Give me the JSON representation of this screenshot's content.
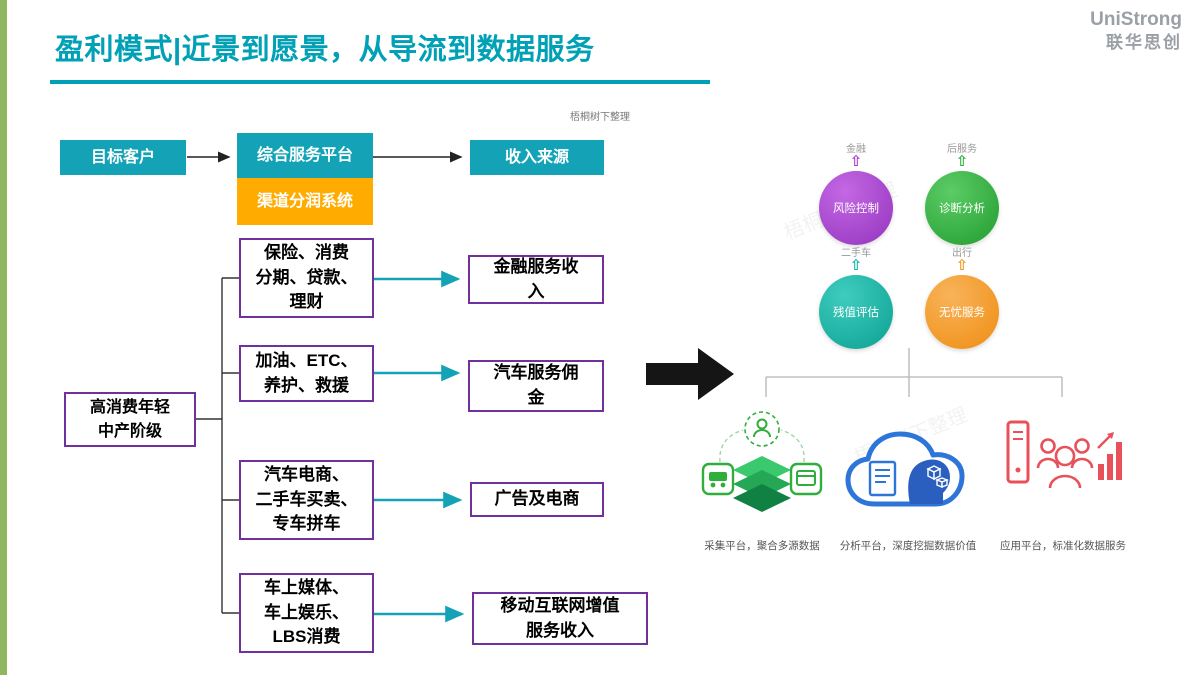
{
  "slide": {
    "title": "盈利模式|近景到愿景，从导流到数据服务",
    "credit": "梧桐树下整理",
    "logo": {
      "line1": "UniStrong",
      "line2": "联华思创"
    }
  },
  "flow": {
    "target_customer": "目标客户",
    "service_platform": "综合服务平台",
    "profit_sharing": "渠道分润系统",
    "revenue_source": "收入来源",
    "customer_segment": "高消费年轻\n中产阶级",
    "services": [
      {
        "label": "保险、消费\n分期、贷款、\n理财",
        "revenue": "金融服务收入"
      },
      {
        "label": "加油、ETC、\n养护、救援",
        "revenue": "汽车服务佣金"
      },
      {
        "label": "汽车电商、\n二手车买卖、\n专车拼车",
        "revenue": "广告及电商"
      },
      {
        "label": "车上媒体、\n车上娱乐、\nLBS消费",
        "revenue": "移动互联网增值\n服务收入"
      }
    ]
  },
  "vision": {
    "bubbles": [
      {
        "label": "金融",
        "text": "风险控制",
        "color": "#a43ec8"
      },
      {
        "label": "后服务",
        "text": "诊断分析",
        "color": "#2fae3c"
      },
      {
        "label": "二手车",
        "text": "残值评估",
        "color": "#12b5a5"
      },
      {
        "label": "出行",
        "text": "无忧服务",
        "color": "#f59a23"
      }
    ],
    "platforms": [
      {
        "caption": "采集平台，聚合多源数据"
      },
      {
        "caption": "分析平台，深度挖掘数据价值"
      },
      {
        "caption": "应用平台，标准化数据服务"
      }
    ]
  },
  "colors": {
    "accent_teal": "#14a3b6",
    "accent_orange": "#ffab00",
    "outline_purple": "#7030a0",
    "title_teal": "#00a0b6",
    "bubble_purple": "#a43ec8",
    "bubble_green": "#2fae3c",
    "bubble_teal": "#12b5a5",
    "bubble_orange": "#f59a23"
  }
}
